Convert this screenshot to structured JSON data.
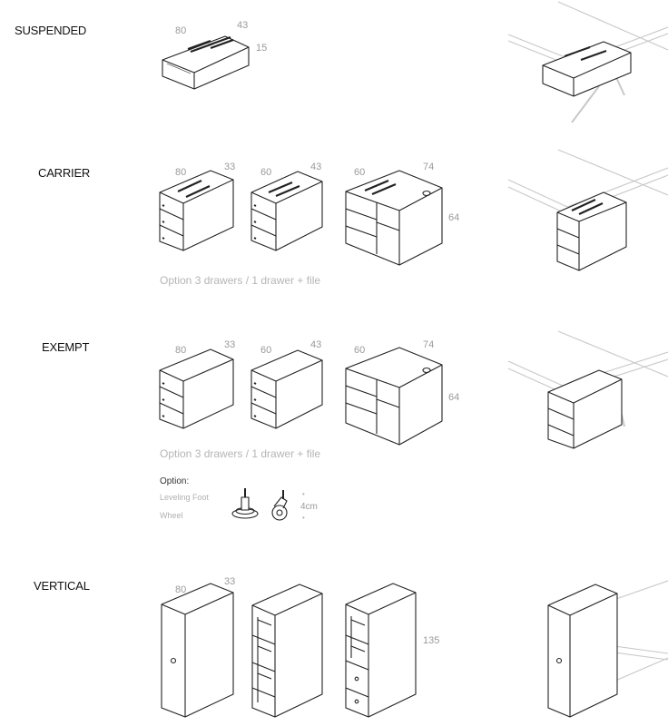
{
  "sections": {
    "suspended": {
      "title": "SUSPENDED",
      "dims": {
        "w": "80",
        "d": "43",
        "h": "15"
      }
    },
    "carrier": {
      "title": "CARRIER",
      "dims": {
        "a_w": "80",
        "a_d": "33",
        "b_w": "60",
        "b_d": "43",
        "c_w": "60",
        "c_d": "74",
        "c_h": "64"
      },
      "caption": "Option 3 drawers / 1 drawer + file"
    },
    "exempt": {
      "title": "EXEMPT",
      "dims": {
        "a_w": "80",
        "a_d": "33",
        "b_w": "60",
        "b_d": "43",
        "c_w": "60",
        "c_d": "74",
        "c_h": "64"
      },
      "caption": "Option 3 drawers / 1 drawer + file",
      "option": {
        "heading": "Option:",
        "leveling": "Leveling Foot",
        "wheel": "Wheel",
        "height": "4cm"
      }
    },
    "vertical": {
      "title": "VERTICAL",
      "dims": {
        "w": "80",
        "d": "33",
        "h": "135"
      }
    }
  },
  "colors": {
    "line": "#222222",
    "dim_text": "#9a9a9a",
    "caption": "#b5b5b5",
    "desk_line": "#c8c8c8"
  }
}
